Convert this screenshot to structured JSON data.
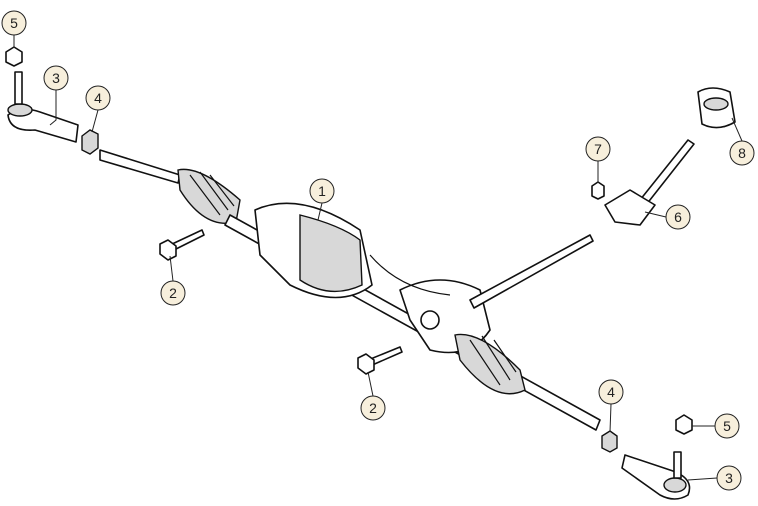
{
  "diagram": {
    "callouts": [
      {
        "id": "c5a",
        "label": "5"
      },
      {
        "id": "c3a",
        "label": "3"
      },
      {
        "id": "c4a",
        "label": "4"
      },
      {
        "id": "c1",
        "label": "1"
      },
      {
        "id": "c2a",
        "label": "2"
      },
      {
        "id": "c2b",
        "label": "2"
      },
      {
        "id": "c7",
        "label": "7"
      },
      {
        "id": "c6",
        "label": "6"
      },
      {
        "id": "c8",
        "label": "8"
      },
      {
        "id": "c4b",
        "label": "4"
      },
      {
        "id": "c5b",
        "label": "5"
      },
      {
        "id": "c3b",
        "label": "3"
      }
    ],
    "colors": {
      "callout_fill": "#f7efdc",
      "outline": "#111111"
    }
  }
}
